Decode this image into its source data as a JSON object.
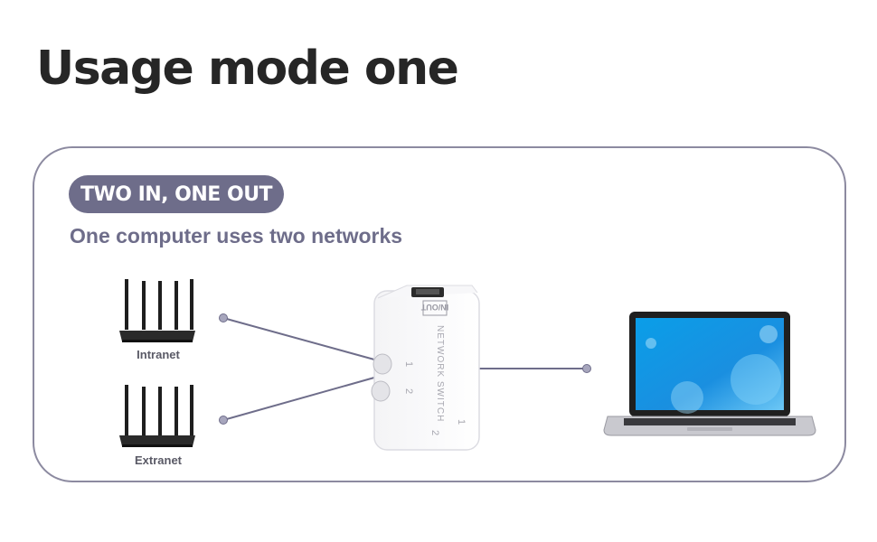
{
  "title": "Usage mode one",
  "badge": "TWO IN, ONE OUT",
  "subtitle": "One computer uses two networks",
  "devices": {
    "router_top_label": "Intranet",
    "router_bottom_label": "Extranet",
    "switch": {
      "port_label": "IN/OUT",
      "device_name": "NETWORK SWITCH",
      "button_labels": [
        "1",
        "2"
      ],
      "bottom_labels": [
        "2",
        "1"
      ]
    }
  },
  "colors": {
    "title": "#262626",
    "accent": "#6e6d8a",
    "panel_border": "#8c8aa0",
    "line": "#6e6d8a"
  },
  "icons": [
    "router-icon",
    "router-icon",
    "network-switch-icon",
    "laptop-icon"
  ]
}
